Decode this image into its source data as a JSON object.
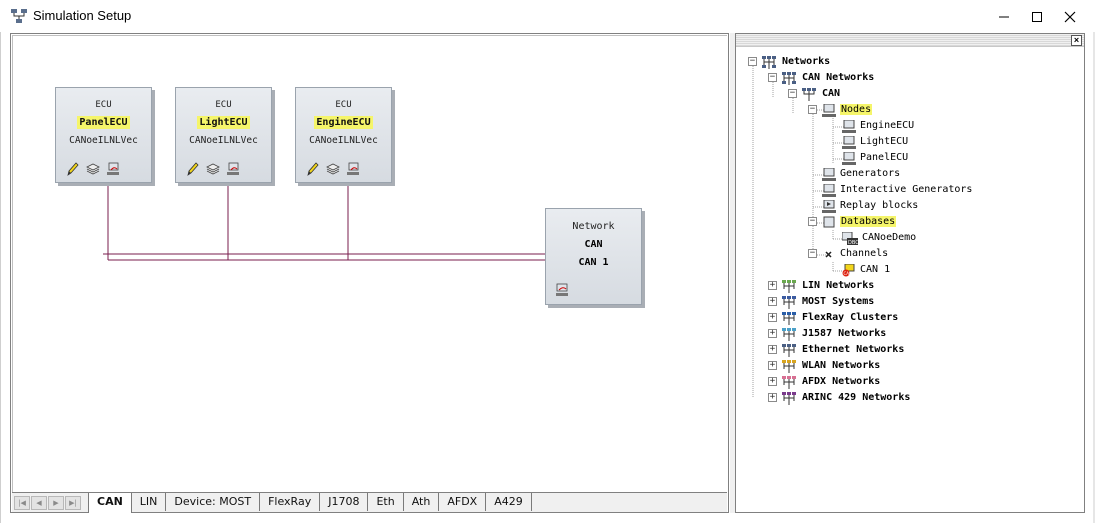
{
  "window": {
    "title": "Simulation Setup",
    "icon": "network-icon"
  },
  "canvas": {
    "ecus": [
      {
        "label": "ECU",
        "name": "PanelECU",
        "dll": "CANoeILNLVec"
      },
      {
        "label": "ECU",
        "name": "LightECU",
        "dll": "CANoeILNLVec"
      },
      {
        "label": "ECU",
        "name": "EngineECU",
        "dll": "CANoeILNLVec"
      }
    ],
    "network": {
      "label": "Network",
      "type": "CAN",
      "name": "CAN 1"
    },
    "wire_color": "#7a1e4e",
    "highlight_color": "#f5f56a"
  },
  "tabs": [
    "CAN",
    "LIN",
    "Device: MOST",
    "FlexRay",
    "J1708",
    "Eth",
    "Ath",
    "AFDX",
    "A429"
  ],
  "active_tab": "CAN",
  "tree": {
    "networks": "Networks",
    "can_networks": "CAN Networks",
    "can": "CAN",
    "nodes": "Nodes",
    "node_items": [
      "EngineECU",
      "LightECU",
      "PanelECU"
    ],
    "generators": "Generators",
    "interactive_generators": "Interactive Generators",
    "replay_blocks": "Replay blocks",
    "databases": "Databases",
    "database_items": [
      "CANoeDemo"
    ],
    "channels": "Channels",
    "channel_items": [
      "CAN 1"
    ],
    "other_networks": [
      "LIN Networks",
      "MOST Systems",
      "FlexRay Clusters",
      "J1587 Networks",
      "Ethernet Networks",
      "WLAN Networks",
      "AFDX Networks",
      "ARINC 429 Networks"
    ]
  }
}
